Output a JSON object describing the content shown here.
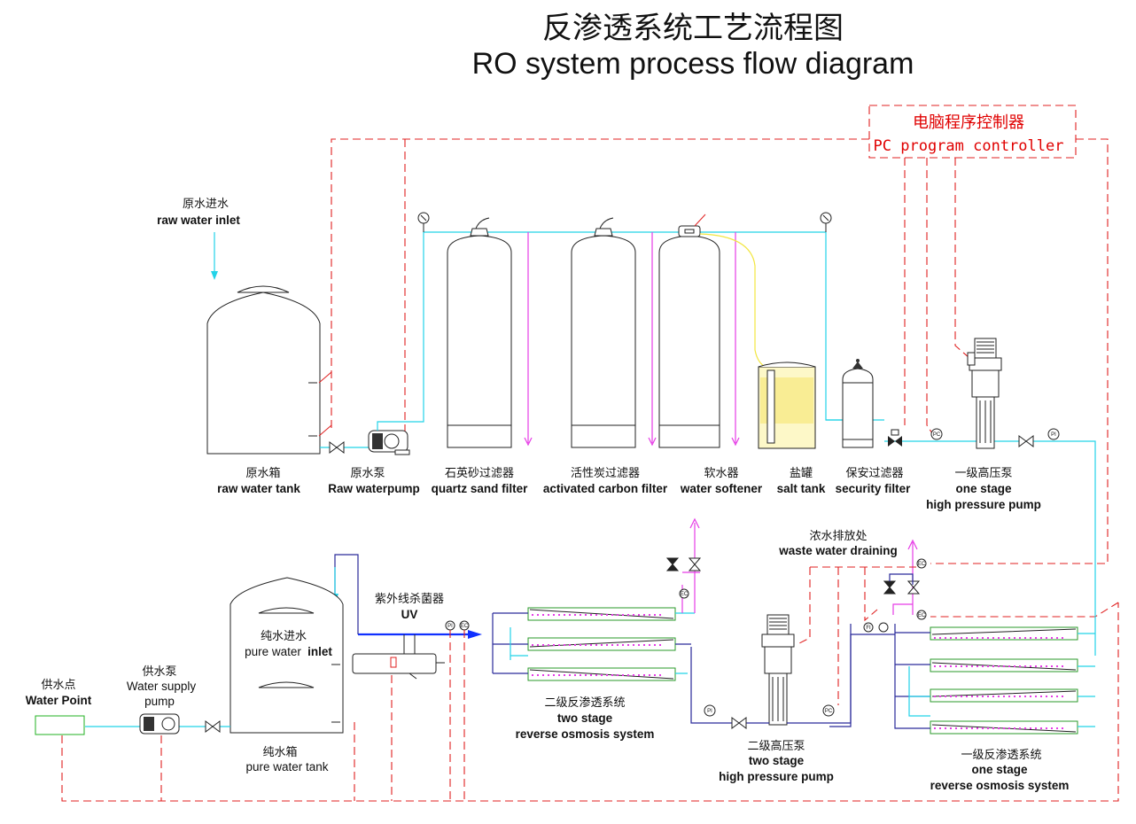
{
  "title": {
    "cn": "反渗透系统工艺流程图",
    "en": "RO system process flow diagram"
  },
  "controller": {
    "cn": "电脑程序控制器",
    "en": "PC program controller"
  },
  "inlet": {
    "cn": "原水进水",
    "en": "raw water inlet"
  },
  "top_row": [
    {
      "cn": "原水箱",
      "en": "raw water tank"
    },
    {
      "cn": "原水泵",
      "en": "Raw waterpump"
    },
    {
      "cn": "石英砂过滤器",
      "en": "quartz sand filter"
    },
    {
      "cn": "活性炭过滤器",
      "en": "activated carbon filter"
    },
    {
      "cn": "软水器",
      "en": "water softener"
    },
    {
      "cn": "盐罐",
      "en": "salt tank"
    },
    {
      "cn": "保安过滤器",
      "en": "security filter"
    },
    {
      "cn": "一级高压泵",
      "en": "one stage",
      "en2": "high pressure pump"
    }
  ],
  "waste": {
    "cn": "浓水排放处",
    "en": "waste water draining"
  },
  "uv": {
    "cn": "紫外线杀菌器",
    "en": "UV"
  },
  "pure_inlet": {
    "cn": "纯水进水",
    "en_a": "pure water ",
    "en_b": "inlet"
  },
  "pure_tank": {
    "cn": "纯水箱",
    "en": "pure water tank"
  },
  "water_point": {
    "cn": "供水点",
    "en": "Water Point"
  },
  "supply_pump": {
    "cn": "供水泵",
    "en": "Water supply",
    "en2": "pump"
  },
  "two_stage_ro": {
    "cn": "二级反渗透系统",
    "en": "two stage",
    "en2": "reverse osmosis system"
  },
  "two_stage_pump": {
    "cn": "二级高压泵",
    "en": "two stage",
    "en2": "high pressure pump"
  },
  "one_stage_ro": {
    "cn": "一级反渗透系统",
    "en": "one stage",
    "en2": "reverse osmosis system"
  },
  "instruments": {
    "pc": "PC",
    "pi": "PI",
    "ec": "EC",
    "fi": "FI"
  },
  "colors": {
    "cyan_line": "#22d3e8",
    "navy_line": "#2a2a9a",
    "magenta_line": "#e63ce6",
    "control_dash": "#e02020",
    "membrane_green": "#2a9a2a"
  }
}
